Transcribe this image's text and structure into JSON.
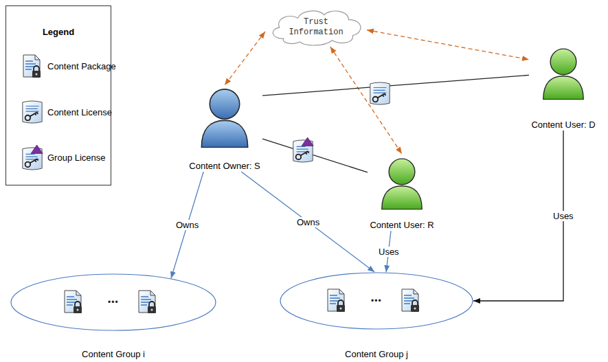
{
  "diagram": {
    "nodes": [
      {
        "text": [
          "Trust Information"
        ]
      },
      {
        "text": [
          "Content Owner: S"
        ]
      },
      {
        "text": [
          "Content User: D"
        ]
      },
      {
        "text": [
          "Content User: R"
        ]
      },
      {
        "text": [
          "Content Group i"
        ]
      },
      {
        "text": [
          "Content Group j"
        ]
      }
    ],
    "edges": [
      {
        "from": 0,
        "to": 1,
        "arrow": "both"
      },
      {
        "from": 0,
        "to": 2,
        "arrow": "both"
      },
      {
        "from": 0,
        "to": 3,
        "arrow": "both"
      },
      {
        "from": 1,
        "to": 2,
        "arrow": "none"
      },
      {
        "from": 1,
        "to": 3,
        "arrow": "none"
      },
      {
        "from": 1,
        "to": 4,
        "label": "Owns",
        "arrow": "to"
      },
      {
        "from": 1,
        "to": 5,
        "label": "Owns",
        "arrow": "to"
      },
      {
        "from": 3,
        "to": 5,
        "label": "Uses",
        "arrow": "to"
      },
      {
        "from": 2,
        "to": 5,
        "label": "Uses",
        "arrow": "to"
      }
    ],
    "labels": [
      "Legend",
      "•••",
      "•••"
    ],
    "legend": [
      {
        "text": "Content Package"
      },
      {
        "text": "Content License"
      },
      {
        "text": "Group License"
      }
    ]
  }
}
